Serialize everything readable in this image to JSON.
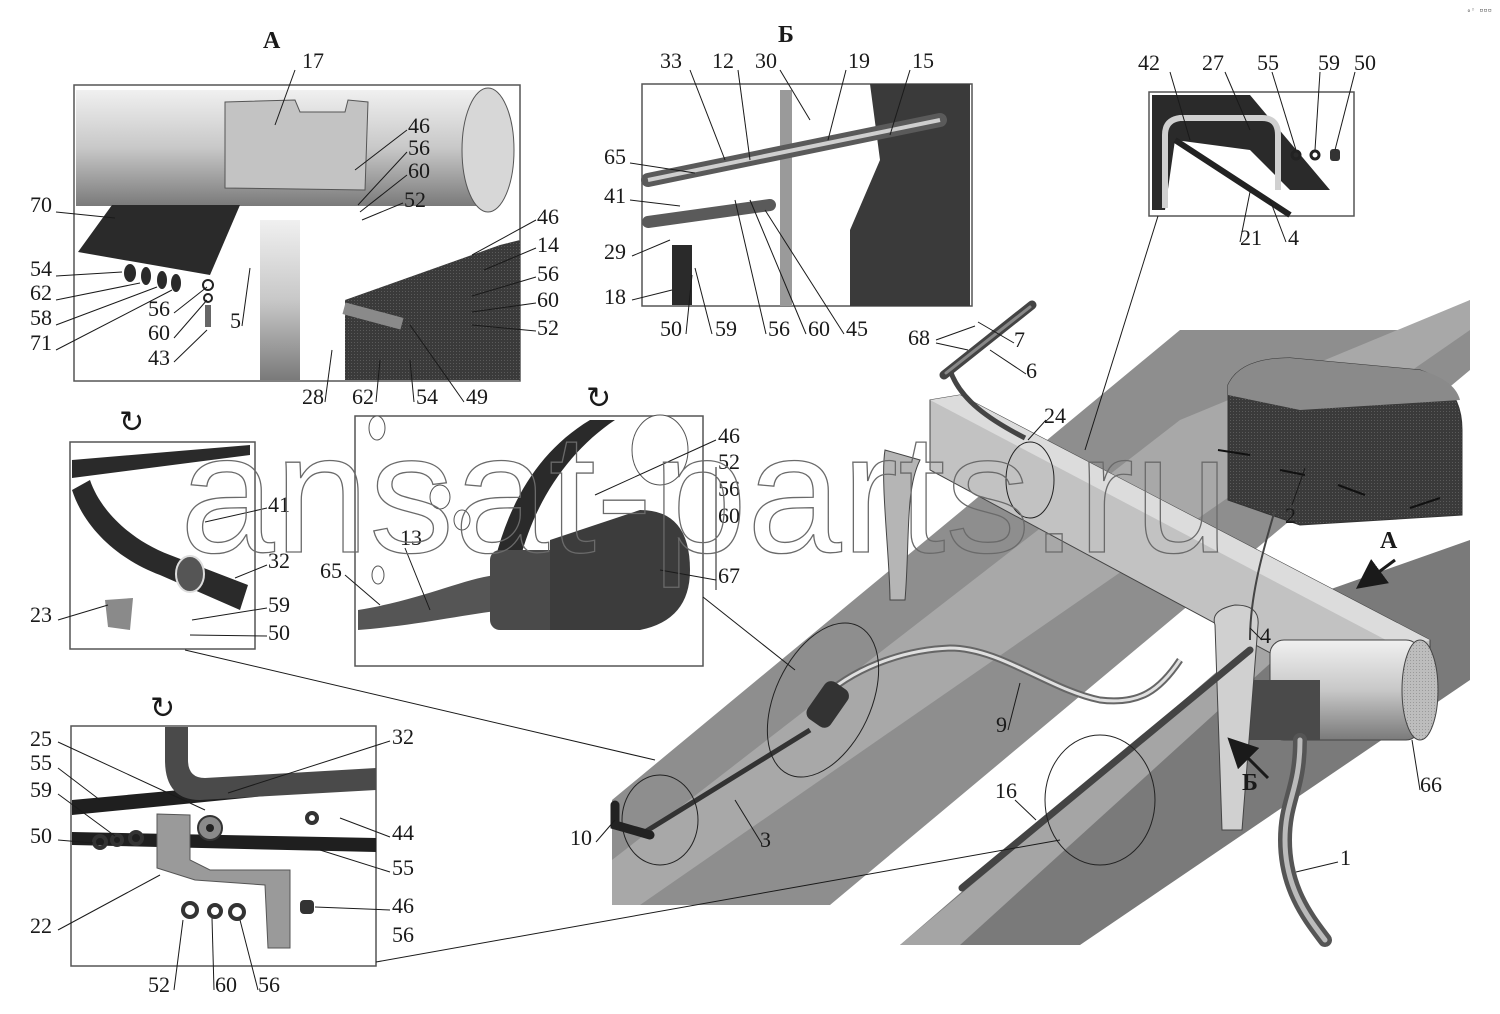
{
  "views": {
    "A": "А",
    "B": "Б"
  },
  "corner_mark": "ₒ◦ ▫▫▫",
  "watermark": "ansat-parts.ru",
  "panel_a": {
    "top": [
      "17",
      "46",
      "56",
      "60",
      "52"
    ],
    "left": [
      "70",
      "54",
      "62",
      "58",
      "71"
    ],
    "mid": [
      "56",
      "60",
      "43",
      "5"
    ],
    "right": [
      "46",
      "14",
      "56",
      "60",
      "52"
    ],
    "bottom": [
      "28",
      "62",
      "54",
      "49"
    ]
  },
  "panel_b": {
    "top": [
      "33",
      "12",
      "30",
      "19",
      "15"
    ],
    "left": [
      "65",
      "41",
      "29",
      "18"
    ],
    "bottom": [
      "50",
      "59",
      "56",
      "60",
      "45"
    ]
  },
  "panel_c": {
    "top": [
      "42",
      "27",
      "55",
      "59",
      "50"
    ],
    "bottom": [
      "21",
      "4"
    ]
  },
  "panel_d": {
    "labels": [
      "41",
      "32",
      "23",
      "59",
      "50"
    ]
  },
  "panel_e": {
    "labels": [
      "46",
      "52",
      "56",
      "60",
      "13",
      "65",
      "67"
    ]
  },
  "panel_f": {
    "left": [
      "25",
      "55",
      "59",
      "50",
      "22"
    ],
    "right": [
      "32",
      "44",
      "55",
      "46",
      "56"
    ],
    "bottom": [
      "52",
      "60",
      "56"
    ]
  },
  "main": {
    "labels": [
      "68",
      "7",
      "6",
      "24",
      "2",
      "4",
      "9",
      "16",
      "10",
      "3",
      "1",
      "66"
    ],
    "arrow_a": "А",
    "arrow_b": "Б"
  },
  "rotate_icon": "↻"
}
